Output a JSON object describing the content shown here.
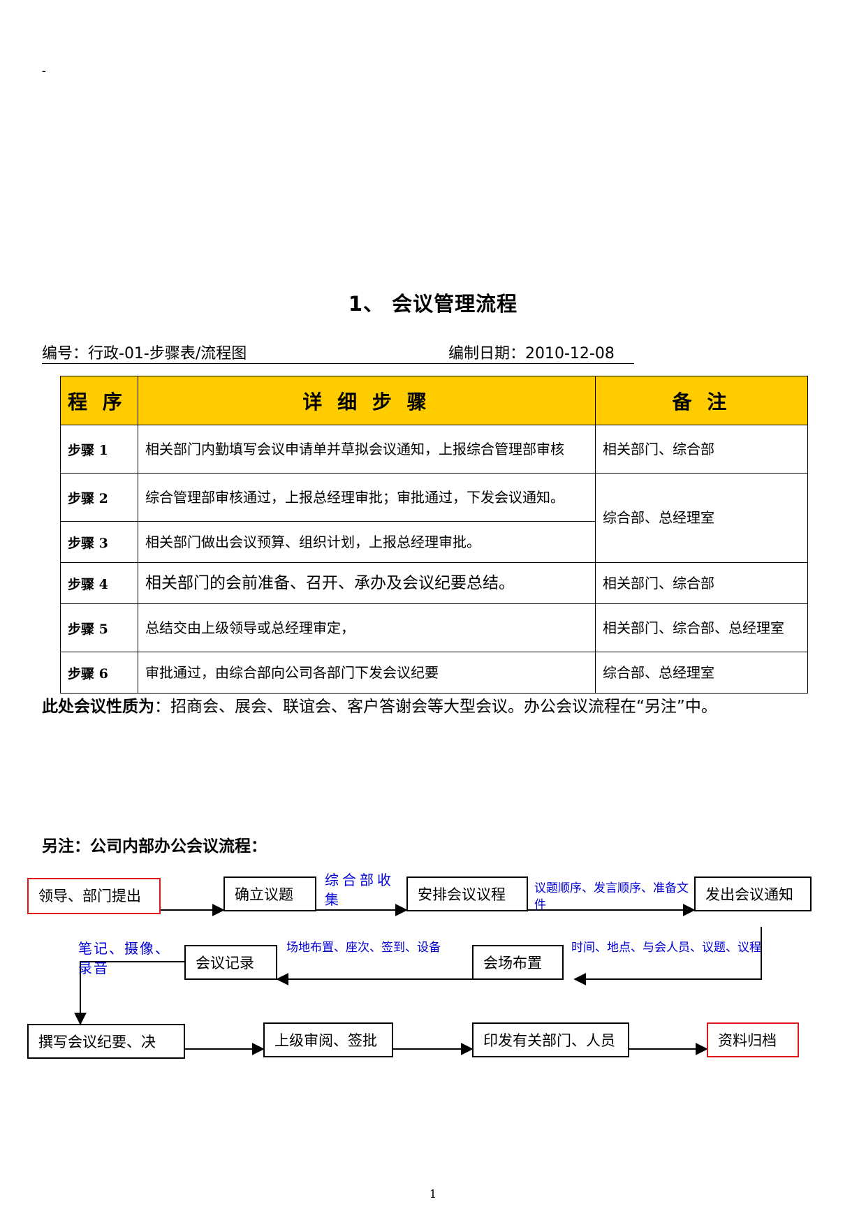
{
  "header_mark": "-",
  "title": "1、  会议管理流程",
  "meta": {
    "code": "编号：行政-01-步骤表/流程图",
    "date": "编制日期：2010-12-08"
  },
  "table": {
    "headers": [
      "程 序",
      "详 细 步 骤",
      "备  注"
    ],
    "rows": [
      {
        "step": "步骤 1",
        "detail": "相关部门内勤填写会议申请单并草拟会议通知，上报综合管理部审核",
        "note": "相关部门、综合部"
      },
      {
        "step": "步骤 2",
        "detail": "综合管理部审核通过，上报总经理审批；审批通过，下发会议通知。",
        "note": "综合部、总经理室"
      },
      {
        "step": "步骤 3",
        "detail": "相关部门做出会议预算、组织计划，上报总经理审批。"
      },
      {
        "step": "步骤 4",
        "detail": "相关部门的会前准备、召开、承办及会议纪要总结。",
        "note": "相关部门、综合部"
      },
      {
        "step": "步骤 5",
        "detail": "总结交由上级领导或总经理审定，",
        "note": "相关部门、综合部、总经理室"
      },
      {
        "step": "步骤 6",
        "detail": "审批通过，由综合部向公司各部门下发会议纪要",
        "note": "综合部、总经理室"
      }
    ]
  },
  "nature": {
    "label": "此处会议性质为",
    "text": "：招商会、展会、联谊会、客户答谢会等大型会议。办公会议流程在“另注”中。"
  },
  "extra_heading": "另注：公司内部办公会议流程：",
  "flow": {
    "boxes": {
      "leader": "领导、部门提出",
      "confirm": "确立议题",
      "arrange": "安排会议议程",
      "notice": "发出会议通知",
      "record": "会议记录",
      "venue": "会场布置",
      "minutes": "撰写会议纪要、决",
      "review": "上级审阅、签批",
      "distribute": "印发有关部门、人员",
      "archive": "资料归档"
    },
    "annotations": {
      "collect": "综合部收集",
      "agenda_items": "议题顺序、发言顺序、准备文件",
      "notice_items": "时间、地点、与会人员、议题、议程",
      "venue_items": "场地布置、座次、签到、设备",
      "record_items": "笔记、摄像、录音"
    },
    "colors": {
      "box_border": "#000000",
      "highlight_border": "#e0151c",
      "annotation": "#0000d6"
    }
  },
  "page_number": "1"
}
